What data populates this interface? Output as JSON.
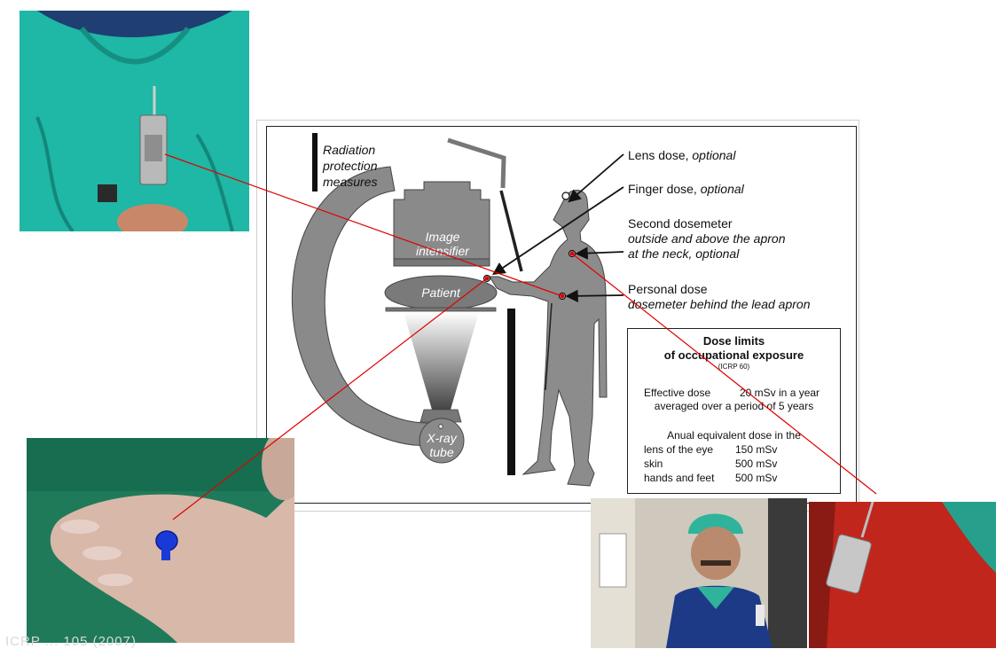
{
  "diagram": {
    "title_lines": [
      "Radiation",
      "protection",
      "measures"
    ],
    "devices": {
      "image_intensifier": [
        "Image",
        "intensifier"
      ],
      "patient": "Patient",
      "xray_tube": [
        "X-ray",
        "tube"
      ]
    },
    "callouts": {
      "lens": {
        "main": "Lens dose, ",
        "optional": "optional"
      },
      "finger": {
        "main": "Finger dose, ",
        "optional": "optional"
      },
      "second": {
        "line1": "Second dosemeter",
        "line2": "outside and above the apron",
        "line3": "at the neck, optional"
      },
      "personal": {
        "line1": "Personal dose",
        "line2": "dosemeter behind the lead apron"
      }
    },
    "dose_limits": {
      "title_line1": "Dose limits",
      "title_line2": "of occupational exposure",
      "source": "(ICRP 60)",
      "effective_label": "Effective dose",
      "effective_value": "20 mSv in a year",
      "averaged": "averaged over a period of 5 years",
      "annual_heading": "Anual equivalent dose in the",
      "rows": [
        {
          "label": "lens of the eye",
          "value": "150 mSv"
        },
        {
          "label": "skin",
          "value": "500 mSv"
        },
        {
          "label": "hands and feet",
          "value": "500 mSv"
        }
      ]
    }
  },
  "photos": {
    "badge_photo": "badge-on-scrubs-photo",
    "ring_photo": "finger-ring-dosimeter-photo",
    "staff_photo": "staff-wearing-apron-photo",
    "collar_photo": "collar-dosimeter-closeup-photo"
  },
  "caption_faint": "ICRP ... 105 (2007)",
  "colors": {
    "scrubs": "#1fb7a5",
    "device_gray": "#8a8a8a",
    "person_gray": "#8c8c8c",
    "connector": "#e00000",
    "apron_red": "#c0261c",
    "ring_blue": "#1a3ad8",
    "drape_green": "#1f7a5a"
  }
}
